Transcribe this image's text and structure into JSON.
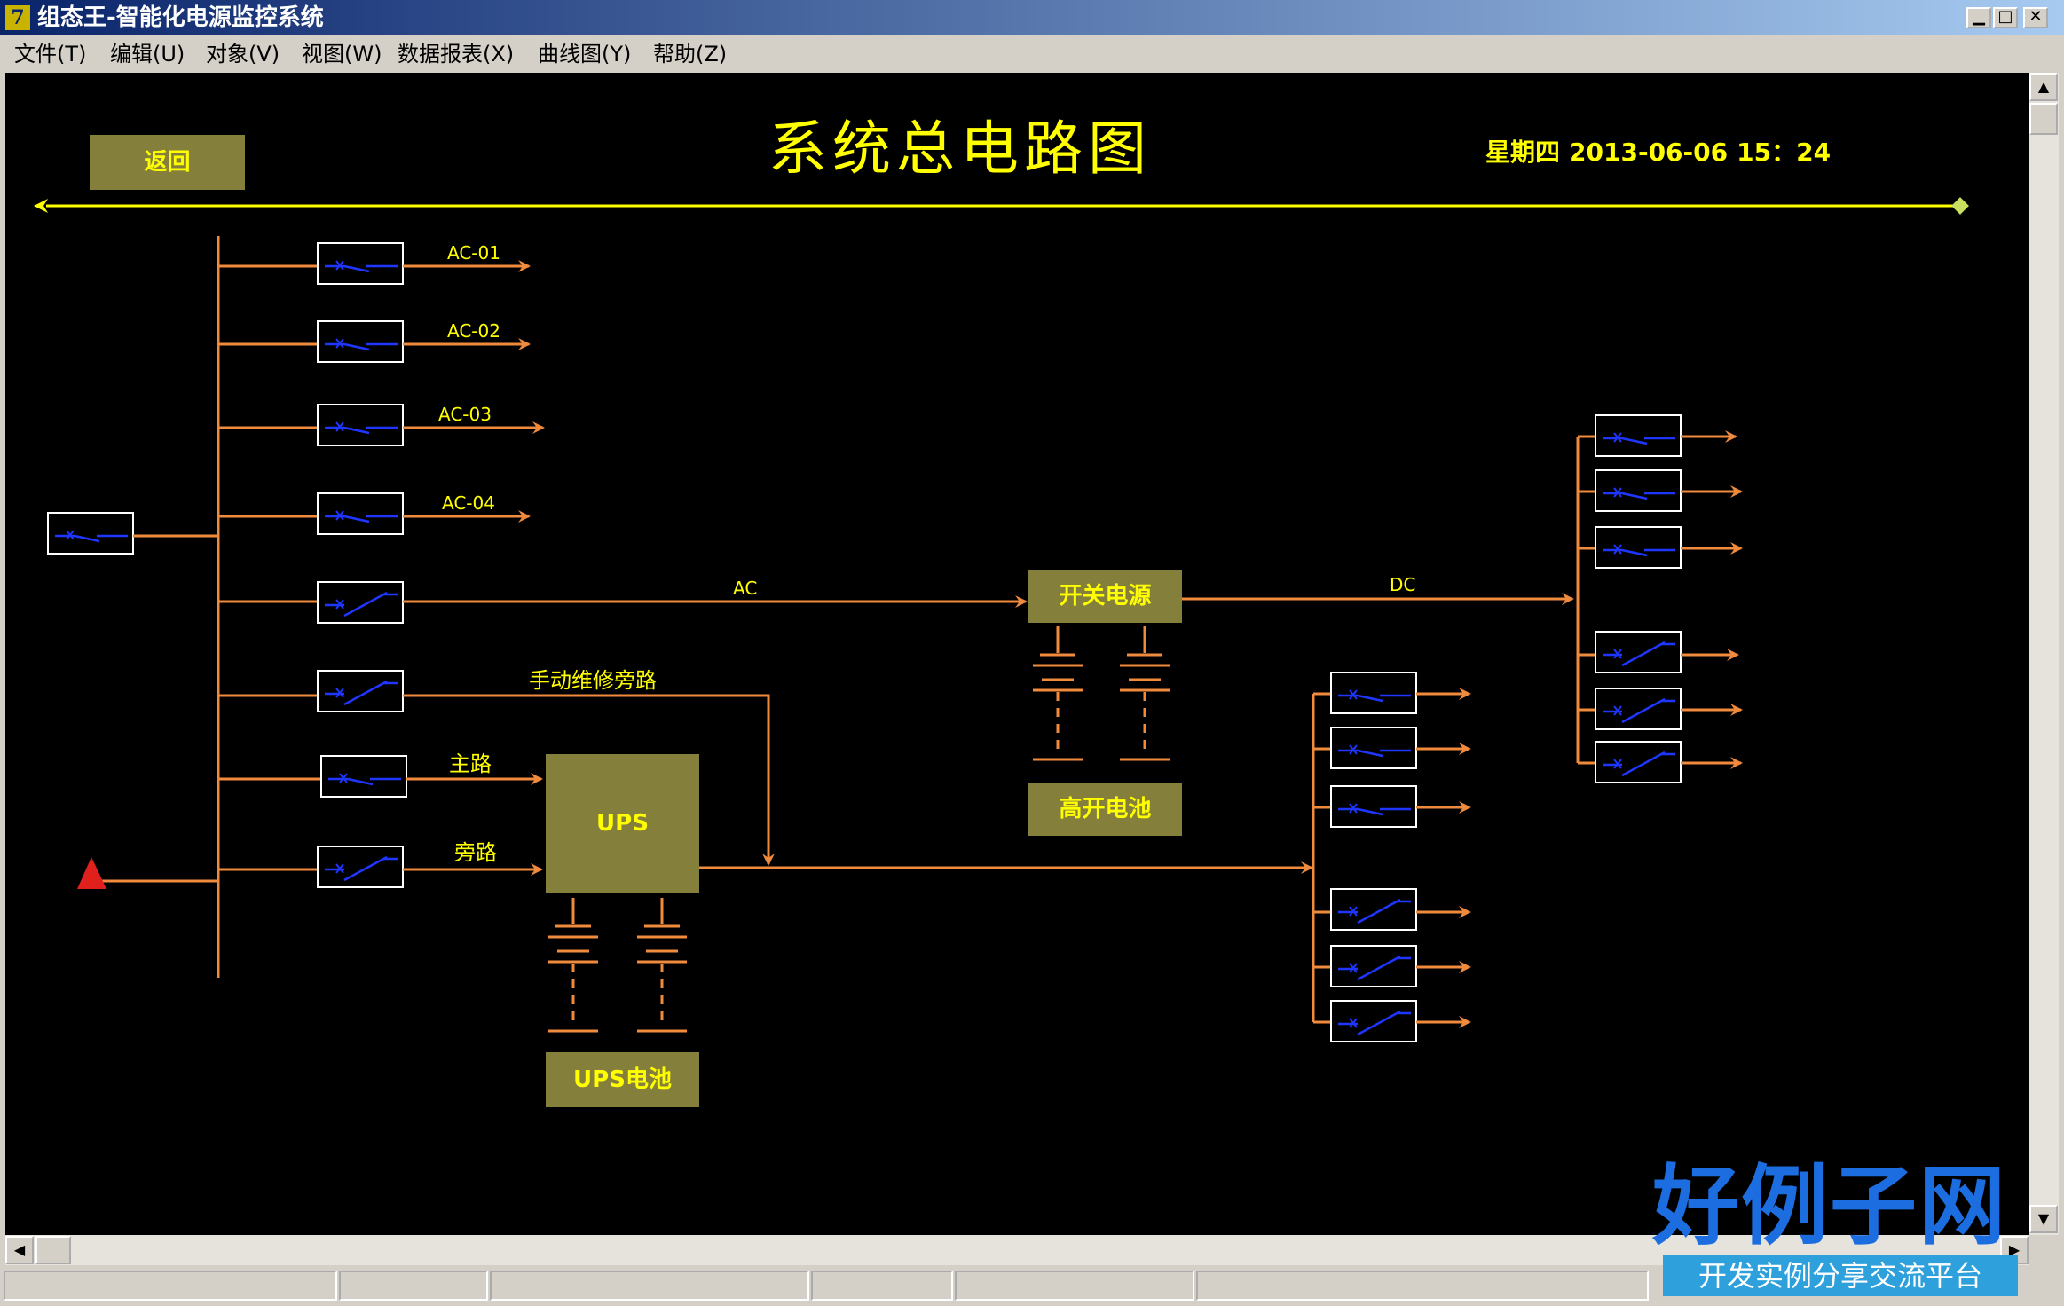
{
  "window": {
    "title": "组态王-智能化电源监控系统",
    "icon_glyph": "7"
  },
  "menu": {
    "items": [
      "文件(T)",
      "编辑(U)",
      "对象(V)",
      "视图(W)",
      "数据报表(X)",
      "曲线图(Y)",
      "帮助(Z)"
    ]
  },
  "page": {
    "title": "系统总电路图",
    "back_label": "返回",
    "weekday": "星期四",
    "date": "2013-06-06",
    "time": "15：24"
  },
  "diagram": {
    "ac_branches": [
      "AC-01",
      "AC-02",
      "AC-03",
      "AC-04"
    ],
    "ac_label": "AC",
    "dc_label": "DC",
    "bypass_label": "手动维修旁路",
    "main_label": "主路",
    "bypass_route_label": "旁路",
    "ups_label": "UPS",
    "ups_battery_label": "UPS电池",
    "switch_power_label": "开关电源",
    "hf_battery_label": "高开电池"
  },
  "brand": {
    "name": "好例子网",
    "slogan": "开发实例分享交流平台"
  },
  "colors": {
    "line": "#f08a3c",
    "bus_yellow": "#ffff00",
    "breaker_blue": "#1f36ff",
    "box_fill": "#84803c",
    "label_yellow": "#ffff00"
  },
  "icons": {
    "window_controls": [
      "minimize-icon",
      "maximize-icon",
      "close-icon"
    ],
    "alarm": "triangle-alarm-icon"
  }
}
